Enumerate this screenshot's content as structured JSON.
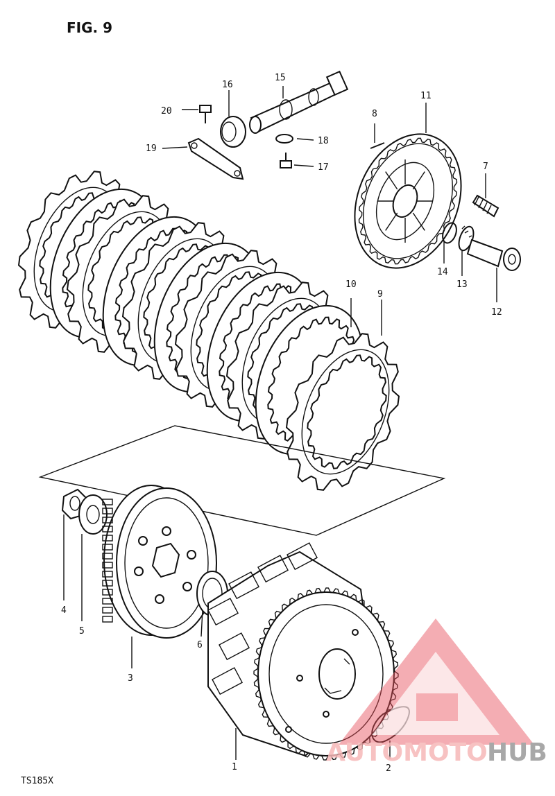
{
  "figure": {
    "title": "FIG. 9",
    "model": "TS185X"
  },
  "callouts": [
    {
      "id": "1",
      "label": "1"
    },
    {
      "id": "2",
      "label": "2"
    },
    {
      "id": "3",
      "label": "3"
    },
    {
      "id": "4",
      "label": "4"
    },
    {
      "id": "5",
      "label": "5"
    },
    {
      "id": "6",
      "label": "6"
    },
    {
      "id": "7",
      "label": "7"
    },
    {
      "id": "8",
      "label": "8"
    },
    {
      "id": "9",
      "label": "9"
    },
    {
      "id": "10",
      "label": "10"
    },
    {
      "id": "11",
      "label": "11"
    },
    {
      "id": "12",
      "label": "12"
    },
    {
      "id": "13",
      "label": "13"
    },
    {
      "id": "14",
      "label": "14"
    },
    {
      "id": "15",
      "label": "15"
    },
    {
      "id": "16",
      "label": "16"
    },
    {
      "id": "17",
      "label": "17"
    },
    {
      "id": "18",
      "label": "18"
    },
    {
      "id": "19",
      "label": "19"
    },
    {
      "id": "20",
      "label": "20"
    }
  ],
  "watermark": {
    "text_part1": "AUTOMOTO",
    "text_part2": "HUB",
    "colors": {
      "accent": "#e8505b",
      "accent_light": "#f6b8b8",
      "gray": "#9a9a9a"
    }
  }
}
